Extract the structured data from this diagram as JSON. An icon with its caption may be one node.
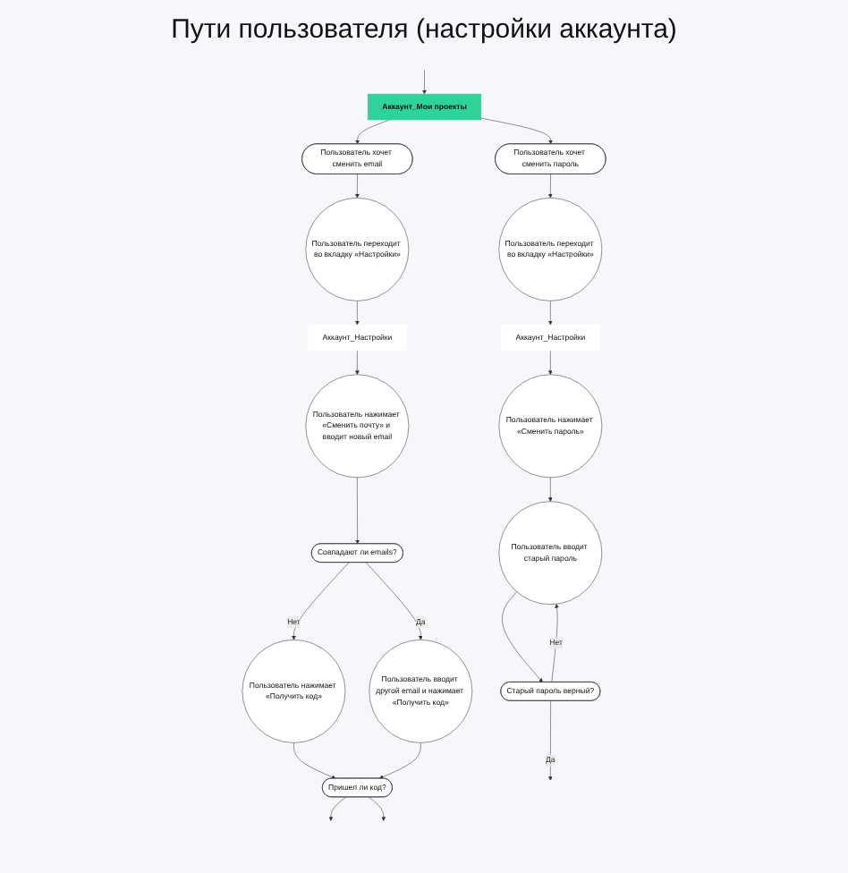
{
  "diagram": {
    "title": "Пути пользователя (настройки аккаунта)",
    "nodes": [
      {
        "text": [
          "Аккаунт_Мои проекты"
        ]
      },
      {
        "text": [
          "Пользователь хочет сменить email"
        ]
      },
      {
        "text": [
          "Пользователь переходит во вкладку «Настройки»"
        ]
      },
      {
        "text": [
          "Аккаунт_Настройки"
        ]
      },
      {
        "text": [
          "Пользователь нажимает «Сменить почту» и вводит новый email"
        ]
      },
      {
        "text": [
          "Совпадают ли emails?"
        ]
      },
      {
        "text": [
          "Пользователь нажимает «Получить код»"
        ]
      },
      {
        "text": [
          "Пользователь вводит другой email и нажимает «Получить код»"
        ]
      },
      {
        "text": [
          "Пришел ли код?"
        ]
      },
      {
        "text": [
          "Пользователь хочет сменить пароль"
        ]
      },
      {
        "text": [
          "Пользователь переходит во вкладку «Настройки»"
        ]
      },
      {
        "text": [
          "Аккаунт_Настройки"
        ]
      },
      {
        "text": [
          "Пользователь нажимает «Сменить пароль»"
        ]
      },
      {
        "text": [
          "Пользователь вводит старый пароль"
        ]
      },
      {
        "text": [
          "Старый пароль верный?"
        ]
      }
    ],
    "edges": [
      {
        "from": 0,
        "to": 1,
        "arrow": "to"
      },
      {
        "from": 1,
        "to": 2,
        "arrow": "to"
      },
      {
        "from": 2,
        "to": 3,
        "arrow": "to"
      },
      {
        "from": 3,
        "to": 4,
        "arrow": "to"
      },
      {
        "from": 4,
        "to": 5,
        "arrow": "to"
      },
      {
        "from": 5,
        "to": 6,
        "arrow": "to",
        "label": "Нет"
      },
      {
        "from": 5,
        "to": 7,
        "arrow": "to",
        "label": "Да"
      },
      {
        "from": 6,
        "to": 8,
        "arrow": "to"
      },
      {
        "from": 7,
        "to": 8,
        "arrow": "to"
      },
      {
        "from": 8,
        "to": null,
        "arrow": "to"
      },
      {
        "from": 8,
        "to": null,
        "arrow": "to"
      },
      {
        "from": 0,
        "to": 9,
        "arrow": "to"
      },
      {
        "from": 9,
        "to": 10,
        "arrow": "to"
      },
      {
        "from": 10,
        "to": 11,
        "arrow": "to"
      },
      {
        "from": 11,
        "to": 12,
        "arrow": "to"
      },
      {
        "from": 12,
        "to": 13,
        "arrow": "to"
      },
      {
        "from": 13,
        "to": 14,
        "arrow": "to"
      },
      {
        "from": 14,
        "to": 13,
        "arrow": "to",
        "label": "Нет"
      },
      {
        "from": 14,
        "to": null,
        "arrow": "to",
        "label": "Да"
      },
      {
        "from": null,
        "to": 0,
        "arrow": "to"
      }
    ]
  }
}
